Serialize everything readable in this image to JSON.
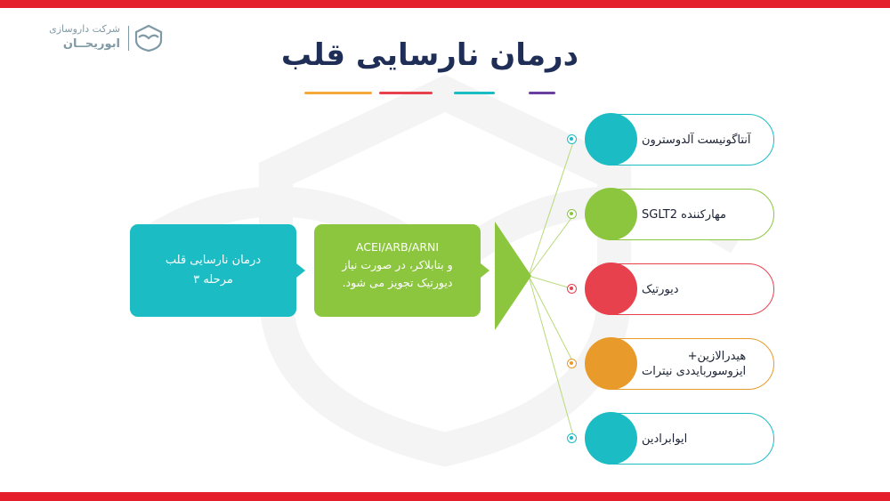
{
  "logo": {
    "line1": "شرکت داروسازی",
    "line2": "ابوریحــان"
  },
  "title": "درمان نارسایی قلب",
  "underline_colors": [
    "#f5a93b",
    "#e8414e",
    "#1cbcc4",
    "#6b3fa0"
  ],
  "stage_box": {
    "line1": "درمان نارسایی قلب",
    "line2": "مرحله ۳",
    "color": "#1cbcc4"
  },
  "therapy_box": {
    "line1": "ACEI/ARB/ARNI",
    "line2": "و بتابلاکر، در صورت نیاز",
    "line3": "دیورتیک تجویز می شود.",
    "color": "#8cc63f"
  },
  "options": [
    {
      "label": "آنتاگونیست آلدوسترون",
      "color": "#1cbcc4"
    },
    {
      "label": "مهارکننده SGLT2",
      "color": "#8cc63f"
    },
    {
      "label": "دیورتیک",
      "color": "#e8414e"
    },
    {
      "label_line1": "هیدرالازین+",
      "label_line2": "ایزوسوربایددی نیترات",
      "color": "#e89a2a"
    },
    {
      "label": "ایوابرادین",
      "color": "#1cbcc4"
    }
  ]
}
